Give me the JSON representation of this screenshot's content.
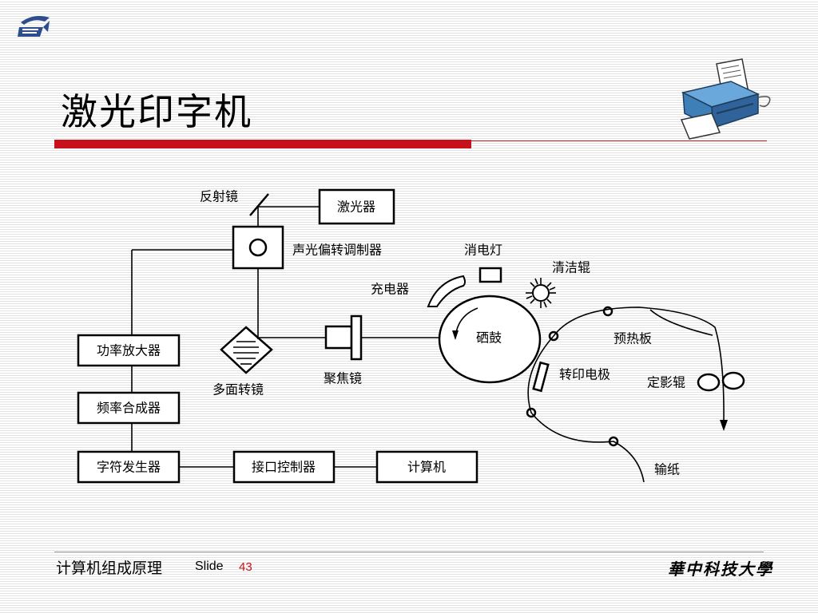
{
  "slide": {
    "title": "激光印字机",
    "footer": {
      "course": "计算机组成原理",
      "slide_label": "Slide",
      "slide_number": "43",
      "university": "華中科技大學"
    }
  },
  "colors": {
    "accent_red": "#c8101a",
    "printer_blue": "#4b8ec9"
  },
  "icons": [
    "university-logo-icon",
    "printer-icon",
    "sun-icon"
  ],
  "diagram": {
    "blocks": {
      "laser": "激光器",
      "power_amp": "功率放大器",
      "freq_synth": "频率合成器",
      "char_gen": "字符发生器",
      "interface_ctrl": "接口控制器",
      "computer": "计算机"
    },
    "labels": {
      "reflector": "反射镜",
      "modulator": "声光偏转调制器",
      "polygon": "多面转镜",
      "focus_lens": "聚焦镜",
      "eraser_lamp": "消电灯",
      "cleaning_roller": "清洁辊",
      "charger": "充电器",
      "drum": "硒鼓",
      "preheat_plate": "预热板",
      "transfer_electrode": "转印电极",
      "fuser_roller": "定影辊",
      "paper_feed": "输纸"
    }
  }
}
